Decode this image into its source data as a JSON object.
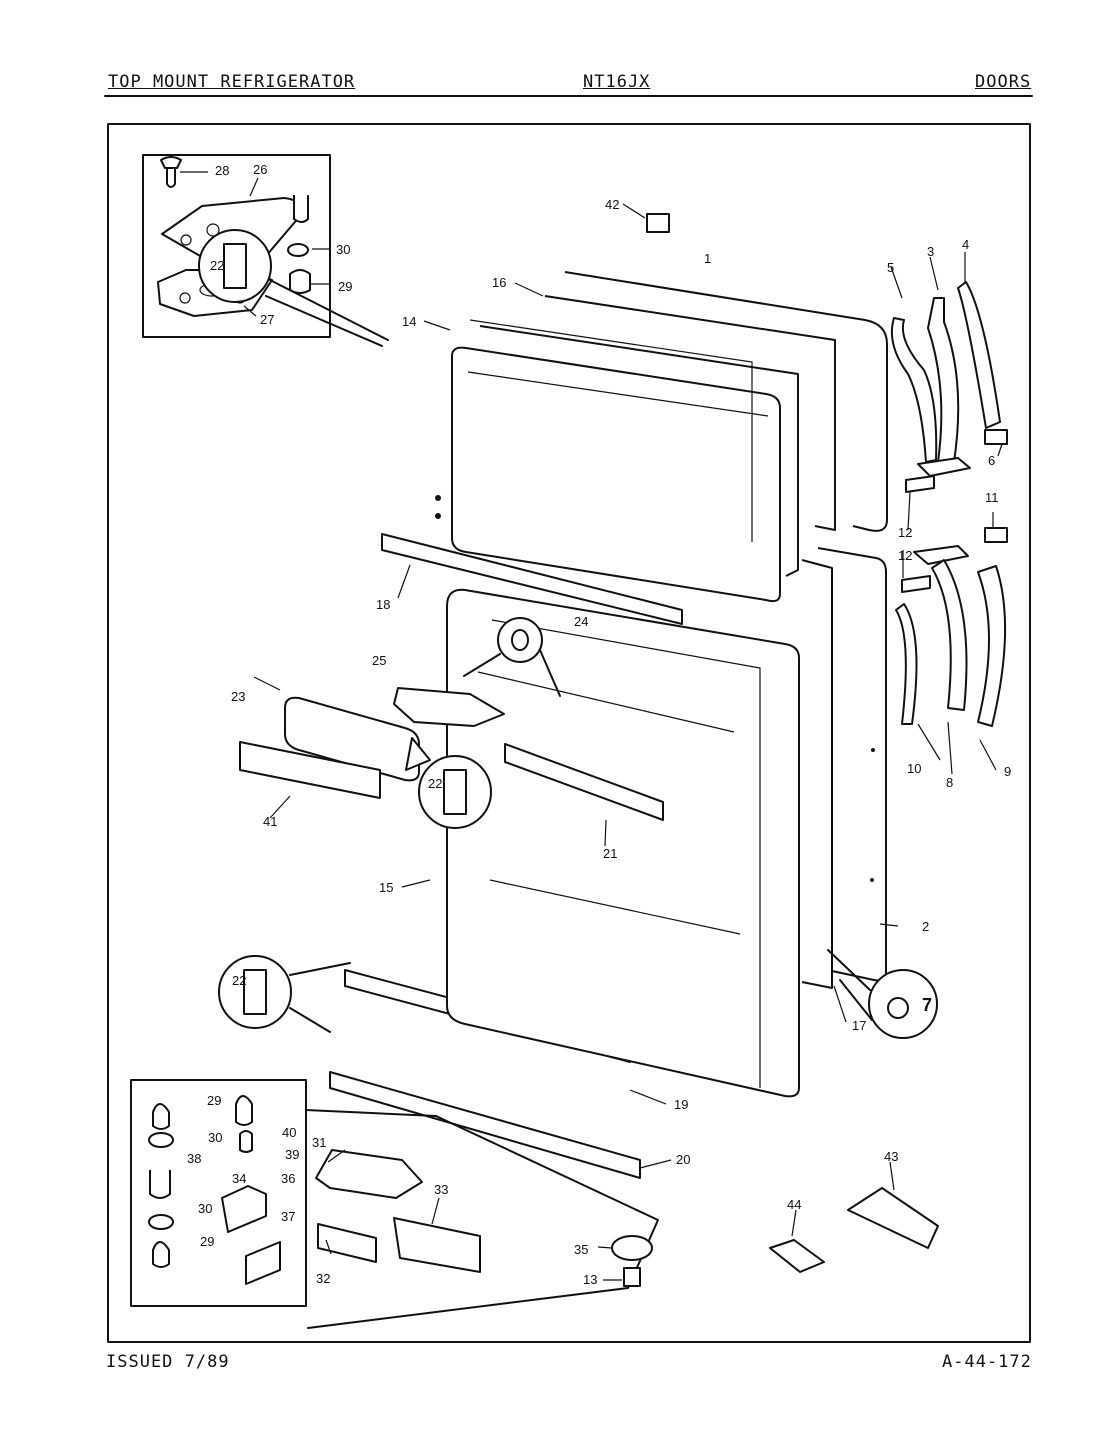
{
  "header": {
    "left": "TOP MOUNT REFRIGERATOR",
    "center": "NT16JX",
    "right": "DOORS"
  },
  "footer": {
    "issued": "ISSUED 7/89",
    "code": "A-44-172"
  },
  "callouts": {
    "c1": "1",
    "c2": "2",
    "c3": "3",
    "c4": "4",
    "c5": "5",
    "c6": "6",
    "c7": "7",
    "c8": "8",
    "c9": "9",
    "c10": "10",
    "c11": "11",
    "c12": "12",
    "c12b": "12",
    "c13": "13",
    "c14": "14",
    "c15": "15",
    "c16": "16",
    "c17": "17",
    "c18": "18",
    "c19": "19",
    "c20": "20",
    "c21": "21",
    "c22a": "22",
    "c22b": "22",
    "c22c": "22",
    "c23": "23",
    "c24": "24",
    "c25": "25",
    "c26": "26",
    "c27": "27",
    "c28": "28",
    "c29a": "29",
    "c29b": "29",
    "c29c": "29",
    "c30a": "30",
    "c30b": "30",
    "c30c": "30",
    "c31": "31",
    "c32": "32",
    "c33": "33",
    "c34": "34",
    "c35": "35",
    "c36": "36",
    "c37": "37",
    "c38": "38",
    "c39": "39",
    "c40": "40",
    "c41": "41",
    "c42": "42",
    "c43": "43",
    "c44": "44"
  }
}
